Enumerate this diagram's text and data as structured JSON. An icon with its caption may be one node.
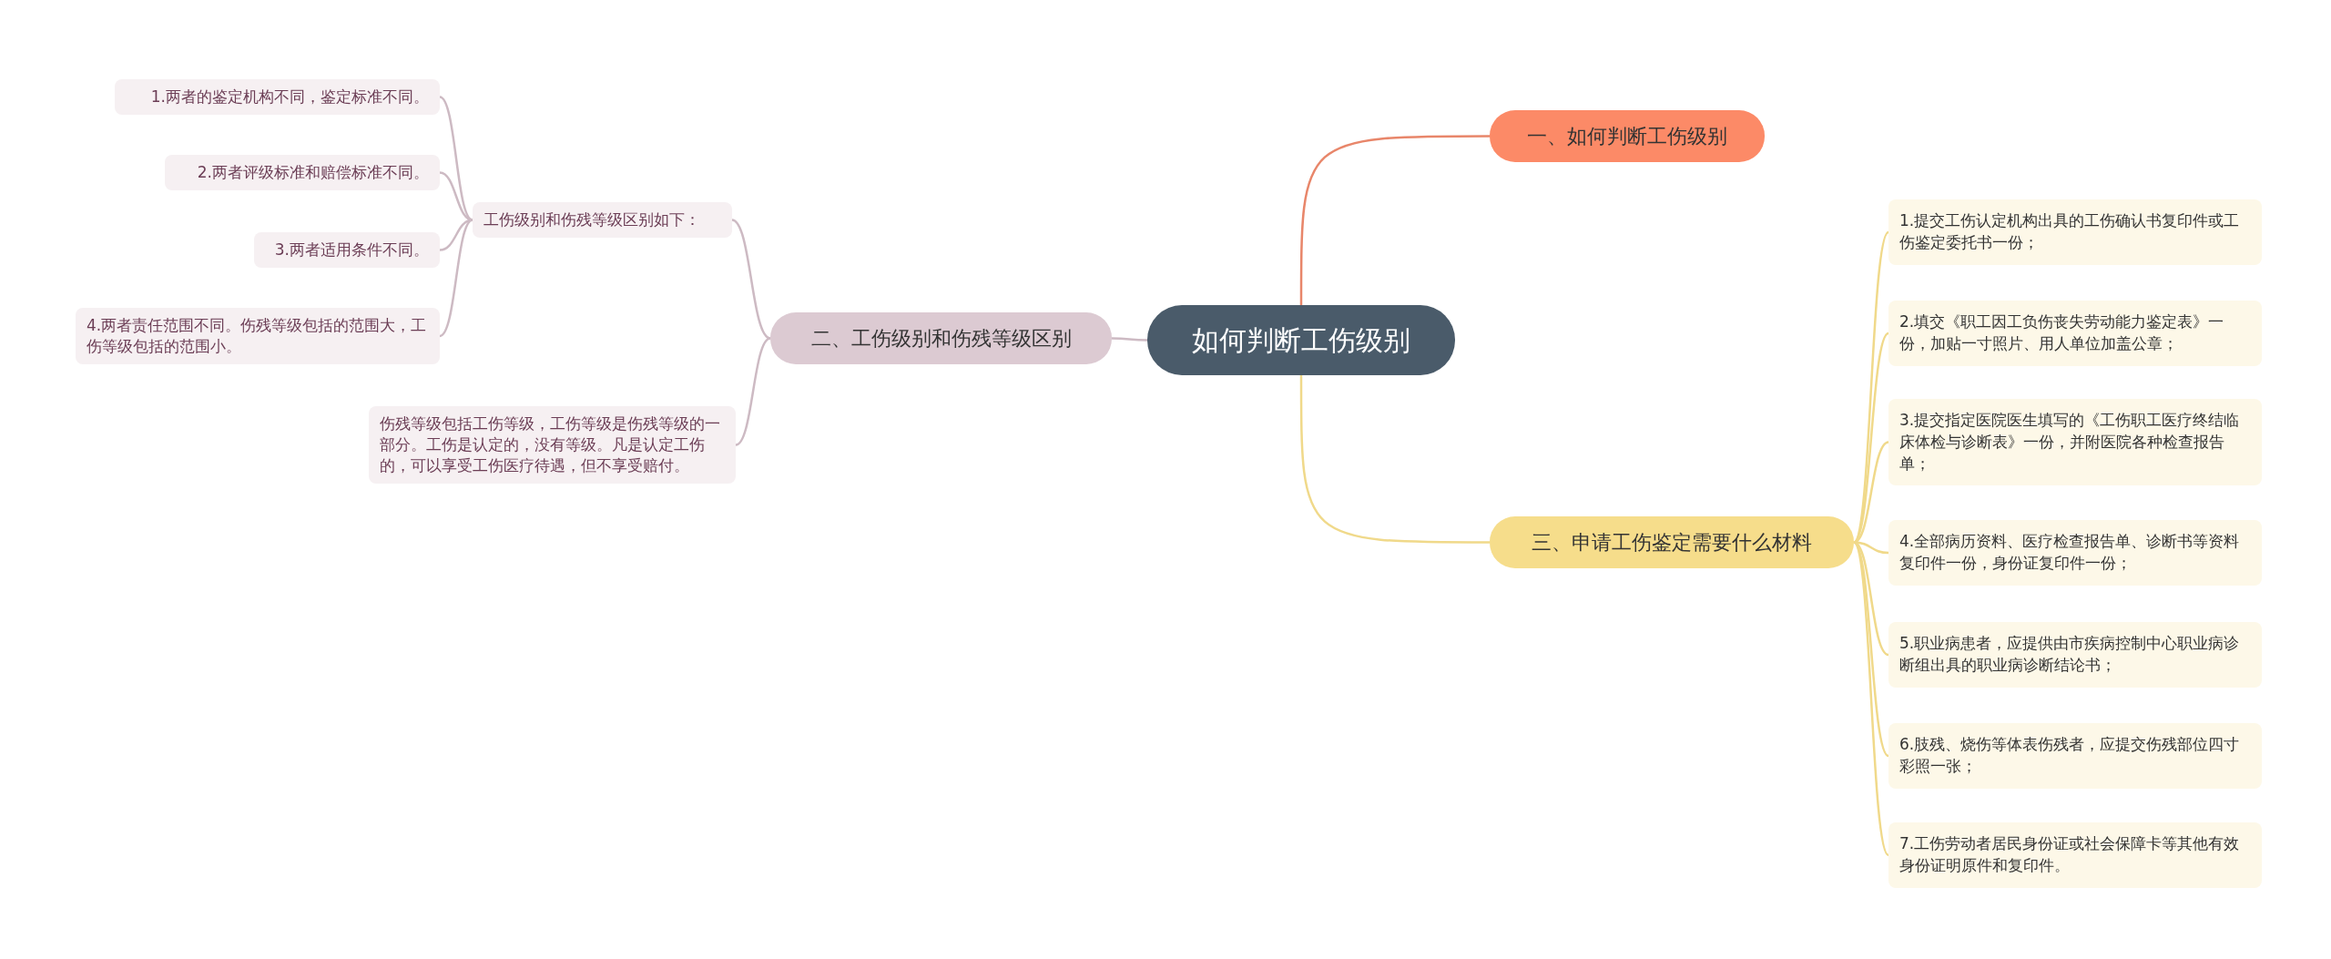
{
  "diagram": {
    "nodes": [
      {
        "text": [
          "如何判断工伤级别"
        ]
      },
      {
        "text": [
          "一、如何判断工伤级别"
        ]
      },
      {
        "text": [
          "二、工伤级别和伤残等级区别"
        ]
      },
      {
        "text": [
          "工伤级别和伤残等级区别如下："
        ]
      },
      {
        "text": [
          "1.两者的鉴定机构不同，鉴定标准不同。"
        ]
      },
      {
        "text": [
          "2.两者评级标准和赔偿标准不同。"
        ]
      },
      {
        "text": [
          "3.两者适用条件不同。"
        ]
      },
      {
        "text": [
          "4.两者责任范围不同。伤残等级包括的范围大，工伤等级包括的范围小。"
        ]
      },
      {
        "text": [
          "伤残等级包括工伤等级，工伤等级是伤残等级的一部分。工伤是认定的，没有等级。凡是认定工伤的，可以享受工伤医疗待遇，但不享受赔付。"
        ]
      },
      {
        "text": [
          "三、申请工伤鉴定需要什么材料"
        ]
      },
      {
        "text": [
          "1.提交工伤认定机构出具的工伤确认书复印件或工伤鉴定委托书一份；"
        ]
      },
      {
        "text": [
          "2.填交《职工因工负伤丧失劳动能力鉴定表》一份，加贴一寸照片、用人单位加盖公章；"
        ]
      },
      {
        "text": [
          "3.提交指定医院医生填写的《工伤职工医疗终结临床体检与诊断表》一份，并附医院各种检查报告单；"
        ]
      },
      {
        "text": [
          "4.全部病历资料、医疗检查报告单、诊断书等资料复印件一份，身份证复印件一份；"
        ]
      },
      {
        "text": [
          "5.职业病患者，应提供由市疾病控制中心职业病诊断组出具的职业病诊断结论书；"
        ]
      },
      {
        "text": [
          "6.肢残、烧伤等体表伤残者，应提交伤残部位四寸彩照一张；"
        ]
      },
      {
        "text": [
          "7.工伤劳动者居民身份证或社会保障卡等其他有效身份证明原件和复印件。"
        ]
      }
    ],
    "edges": [
      {
        "from": 0,
        "to": 1,
        "arrow": "none",
        "color": "#e8866a"
      },
      {
        "from": 0,
        "to": 2,
        "arrow": "none",
        "color": "#cdbac3"
      },
      {
        "from": 2,
        "to": 3,
        "arrow": "none",
        "color": "#cdbac3"
      },
      {
        "from": 3,
        "to": 4,
        "arrow": "none",
        "color": "#cdbac3"
      },
      {
        "from": 3,
        "to": 5,
        "arrow": "none",
        "color": "#cdbac3"
      },
      {
        "from": 3,
        "to": 6,
        "arrow": "none",
        "color": "#cdbac3"
      },
      {
        "from": 3,
        "to": 7,
        "arrow": "none",
        "color": "#cdbac3"
      },
      {
        "from": 2,
        "to": 8,
        "arrow": "none",
        "color": "#cdbac3"
      },
      {
        "from": 0,
        "to": 9,
        "arrow": "none"
      },
      {
        "from": 9,
        "to": 10,
        "arrow": "none"
      },
      {
        "from": 9,
        "to": 11,
        "arrow": "none"
      },
      {
        "from": 9,
        "to": 12,
        "arrow": "none"
      },
      {
        "from": 9,
        "to": 13,
        "arrow": "none"
      },
      {
        "from": 9,
        "to": 14,
        "arrow": "none"
      },
      {
        "from": 9,
        "to": 15,
        "arrow": "none"
      },
      {
        "from": 9,
        "to": 16,
        "arrow": "none"
      }
    ]
  }
}
